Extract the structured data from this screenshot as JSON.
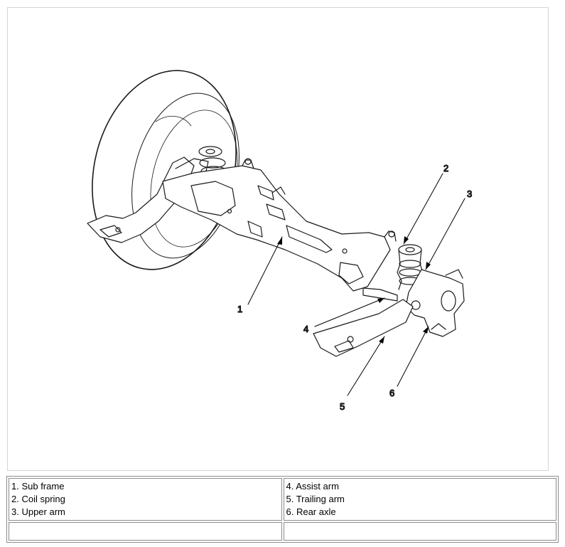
{
  "figure": {
    "callouts": [
      "1",
      "2",
      "3",
      "4",
      "5",
      "6"
    ]
  },
  "legend": {
    "left": [
      "1. Sub frame",
      "2. Coil spring",
      "3. Upper arm"
    ],
    "right": [
      "4. Assist arm",
      "5. Trailing arm",
      "6. Rear axle"
    ]
  }
}
